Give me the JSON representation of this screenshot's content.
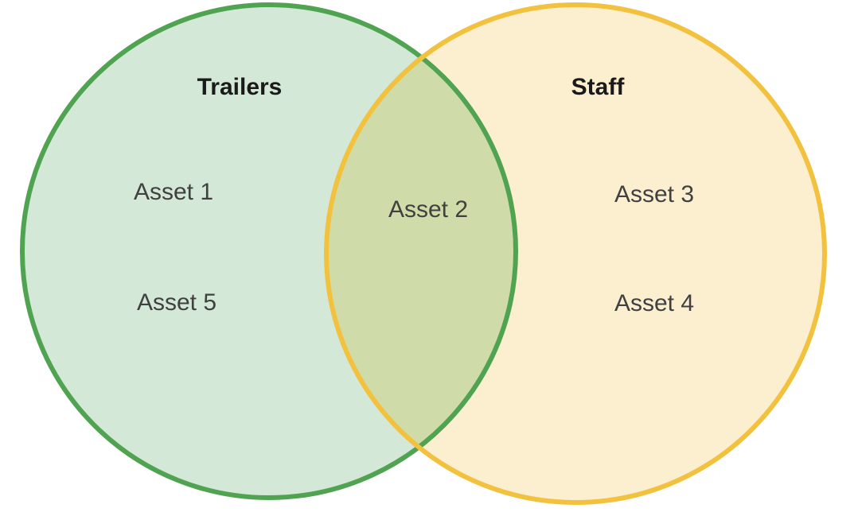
{
  "diagram": {
    "type": "venn",
    "sets": [
      {
        "label": "Trailers",
        "color_role": "green",
        "items": [
          "Asset 1",
          "Asset 5"
        ]
      },
      {
        "label": "Staff",
        "color_role": "yellow",
        "items": [
          "Asset 3",
          "Asset 4"
        ]
      }
    ],
    "intersection": {
      "items": [
        "Asset 2"
      ]
    }
  },
  "colors": {
    "background": "#FFFFFF",
    "green_stroke": "#4FA351",
    "green_fill": "#D3E8D6",
    "yellow_stroke": "#F2C13D",
    "yellow_fill": "#FCEFD0",
    "overlap_fill": "#CFDCA9",
    "title_text": "#1A1A1A",
    "item_text": "#404040"
  }
}
